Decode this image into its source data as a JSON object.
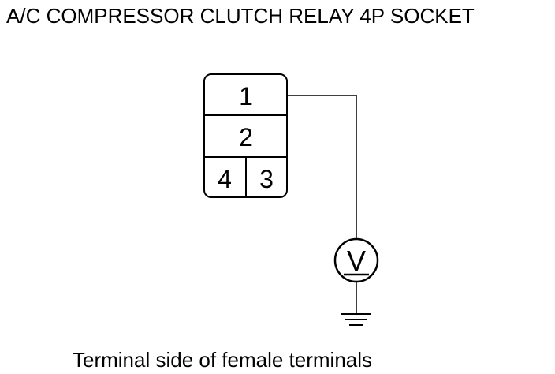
{
  "title": "A/C COMPRESSOR CLUTCH RELAY 4P SOCKET",
  "caption": "Terminal side of female terminals",
  "connector": {
    "terminals": [
      {
        "id": "t1",
        "label": "1"
      },
      {
        "id": "t2",
        "label": "2"
      },
      {
        "id": "t4",
        "label": "4"
      },
      {
        "id": "t3",
        "label": "3"
      }
    ]
  },
  "meter": {
    "symbol": "V",
    "icon": "voltmeter-icon"
  },
  "ground": {
    "icon": "ground-icon"
  },
  "colors": {
    "line": "#000000",
    "background": "#ffffff"
  }
}
